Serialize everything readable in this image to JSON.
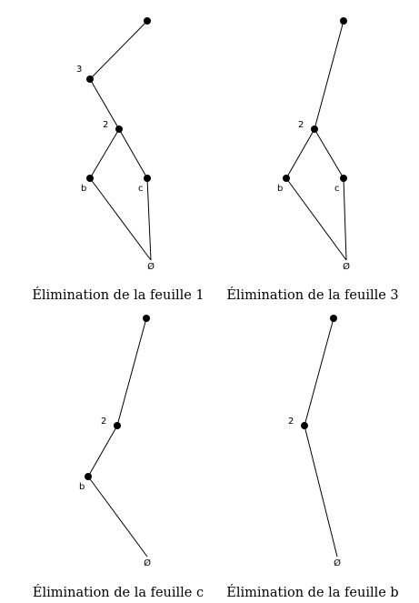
{
  "panels": [
    {
      "caption": "Élimination de la feuille 1",
      "nodes": [
        {
          "id": "top",
          "label": ""
        },
        {
          "id": "n3",
          "label": "3"
        },
        {
          "id": "n2",
          "label": "2"
        },
        {
          "id": "b",
          "label": "b"
        },
        {
          "id": "c",
          "label": "c"
        },
        {
          "id": "empty",
          "label": "Ø"
        }
      ],
      "edges": [
        [
          "top",
          "n3"
        ],
        [
          "n3",
          "n2"
        ],
        [
          "n2",
          "b"
        ],
        [
          "n2",
          "c"
        ],
        [
          "b",
          "empty"
        ],
        [
          "c",
          "empty"
        ]
      ]
    },
    {
      "caption": "Élimination de la feuille 3",
      "nodes": [
        {
          "id": "top",
          "label": ""
        },
        {
          "id": "n2",
          "label": "2"
        },
        {
          "id": "b",
          "label": "b"
        },
        {
          "id": "c",
          "label": "c"
        },
        {
          "id": "empty",
          "label": "Ø"
        }
      ],
      "edges": [
        [
          "top",
          "n2"
        ],
        [
          "n2",
          "b"
        ],
        [
          "n2",
          "c"
        ],
        [
          "b",
          "empty"
        ],
        [
          "c",
          "empty"
        ]
      ]
    },
    {
      "caption": "Élimination de la feuille c",
      "nodes": [
        {
          "id": "top",
          "label": ""
        },
        {
          "id": "n2",
          "label": "2"
        },
        {
          "id": "b",
          "label": "b"
        },
        {
          "id": "empty",
          "label": "Ø"
        }
      ],
      "edges": [
        [
          "top",
          "n2"
        ],
        [
          "n2",
          "b"
        ],
        [
          "b",
          "empty"
        ]
      ]
    },
    {
      "caption": "Élimination de la feuille b",
      "nodes": [
        {
          "id": "top",
          "label": ""
        },
        {
          "id": "n2",
          "label": "2"
        },
        {
          "id": "empty",
          "label": "Ø"
        }
      ],
      "edges": [
        [
          "top",
          "n2"
        ],
        [
          "n2",
          "empty"
        ]
      ]
    }
  ]
}
